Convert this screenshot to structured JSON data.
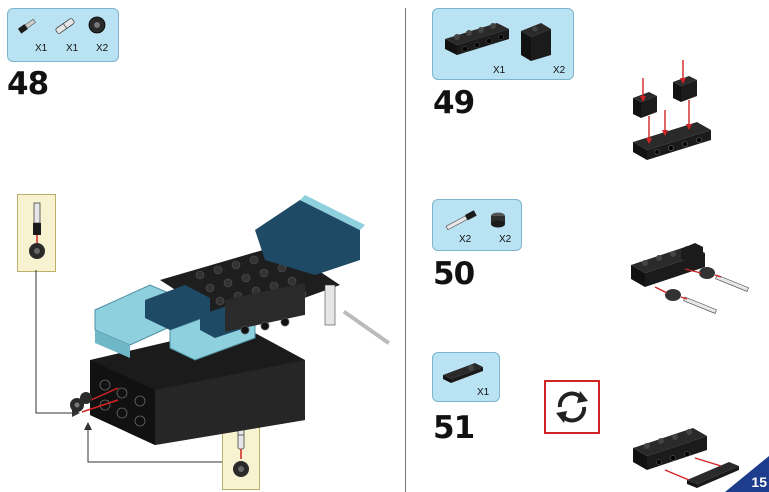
{
  "steps": [
    {
      "number": "48",
      "parts": [
        {
          "qty": "X1"
        },
        {
          "qty": "X1"
        },
        {
          "qty": "X2"
        }
      ]
    },
    {
      "number": "49",
      "parts": [
        {
          "qty": "X1"
        },
        {
          "qty": "X2"
        }
      ]
    },
    {
      "number": "50",
      "parts": [
        {
          "qty": "X2"
        },
        {
          "qty": "X2"
        }
      ]
    },
    {
      "number": "51",
      "parts": [
        {
          "qty": "X1"
        }
      ]
    }
  ],
  "page_number": "15",
  "colors": {
    "part_box": "#b9e2f2",
    "callout_box": "#f7f2cf",
    "brick_black": "#1b1b1b",
    "brick_teal": "#8fd0de",
    "brick_navy": "#1f4a66",
    "arrow_red": "#d12424",
    "page_tab": "#1e3c8c"
  },
  "icons": [
    "rotate-model-icon",
    "axle-connector-part",
    "pin-part",
    "bush-part",
    "technic-brick-part",
    "bracket-part",
    "axle-part",
    "tile-part"
  ]
}
